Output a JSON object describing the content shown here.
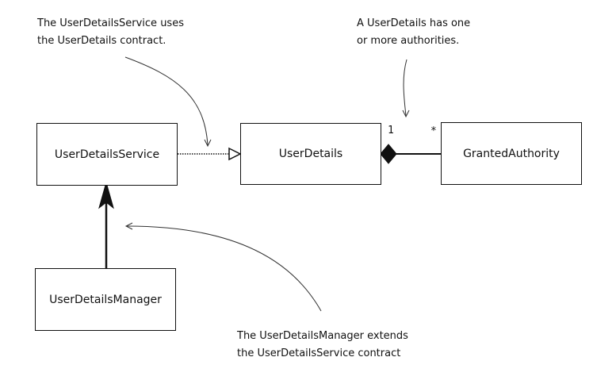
{
  "annotations": {
    "uses_contract": [
      "The UserDetailsService uses",
      "the UserDetails contract."
    ],
    "has_authorities": [
      "A UserDetails has one",
      "or more authorities."
    ],
    "extends_contract": [
      "The UserDetailsManager extends",
      "the UserDetailsService contract"
    ]
  },
  "classes": {
    "user_details_service": "UserDetailsService",
    "user_details": "UserDetails",
    "granted_authority": "GrantedAuthority",
    "user_details_manager": "UserDetailsManager"
  },
  "multiplicity": {
    "user_details_end": "1",
    "granted_authority_end": "*"
  },
  "colors": {
    "line": "#111111",
    "background": "#ffffff"
  }
}
